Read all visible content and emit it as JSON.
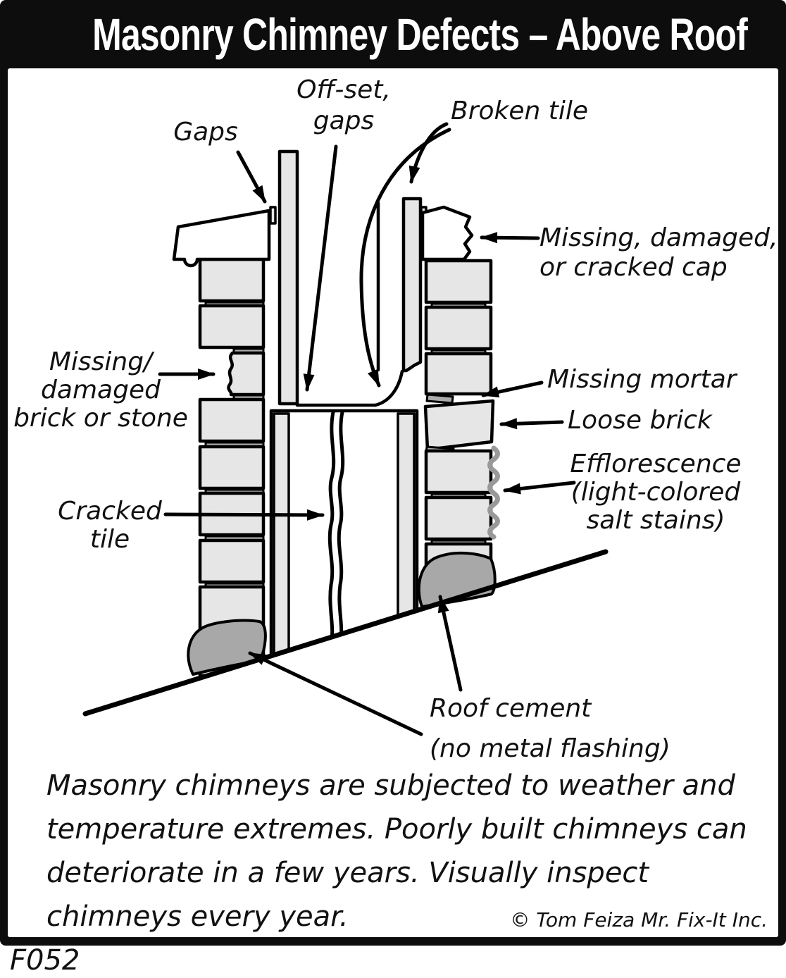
{
  "title_bar": {
    "title": "Masonry Chimney Defects – Above Roof"
  },
  "diagram": {
    "labels": {
      "gaps": {
        "text": "Gaps"
      },
      "offset": {
        "line1": "Off-set,",
        "line2": "gaps"
      },
      "broken_tile": {
        "text": "Broken tile"
      },
      "cracked_cap": {
        "line1": "Missing, damaged,",
        "line2": "or cracked cap"
      },
      "missing_brick": {
        "line1": "Missing/",
        "line2": "damaged",
        "line3": "brick or stone"
      },
      "missing_mortar": {
        "text": "Missing mortar"
      },
      "loose_brick": {
        "text": "Loose brick"
      },
      "efflorescence": {
        "line1": "Efflorescence",
        "line2": "(light-colored",
        "line3": "salt stains)"
      },
      "cracked_tile": {
        "line1": "Cracked",
        "line2": "tile"
      },
      "roof_cement": {
        "line1": "Roof cement",
        "line2": "(no metal flashing)"
      }
    },
    "colors": {
      "brick": "#e6e6e6",
      "mortar": "#ababab",
      "roof_cement": "#a8a8a8",
      "efflorescence": "#999999",
      "outline": "#000000",
      "title_bar_bg": "#0d0d0d",
      "title_text": "#ffffff"
    }
  },
  "caption": {
    "line1": "Masonry chimneys are subjected to weather and",
    "line2": "temperature extremes. Poorly built chimneys can",
    "line3": "deteriorate in a few years. Visually inspect",
    "line4": "chimneys every year."
  },
  "footer": {
    "copyright": "© Tom Feiza Mr. Fix-It Inc.",
    "figure_code": "F052"
  }
}
